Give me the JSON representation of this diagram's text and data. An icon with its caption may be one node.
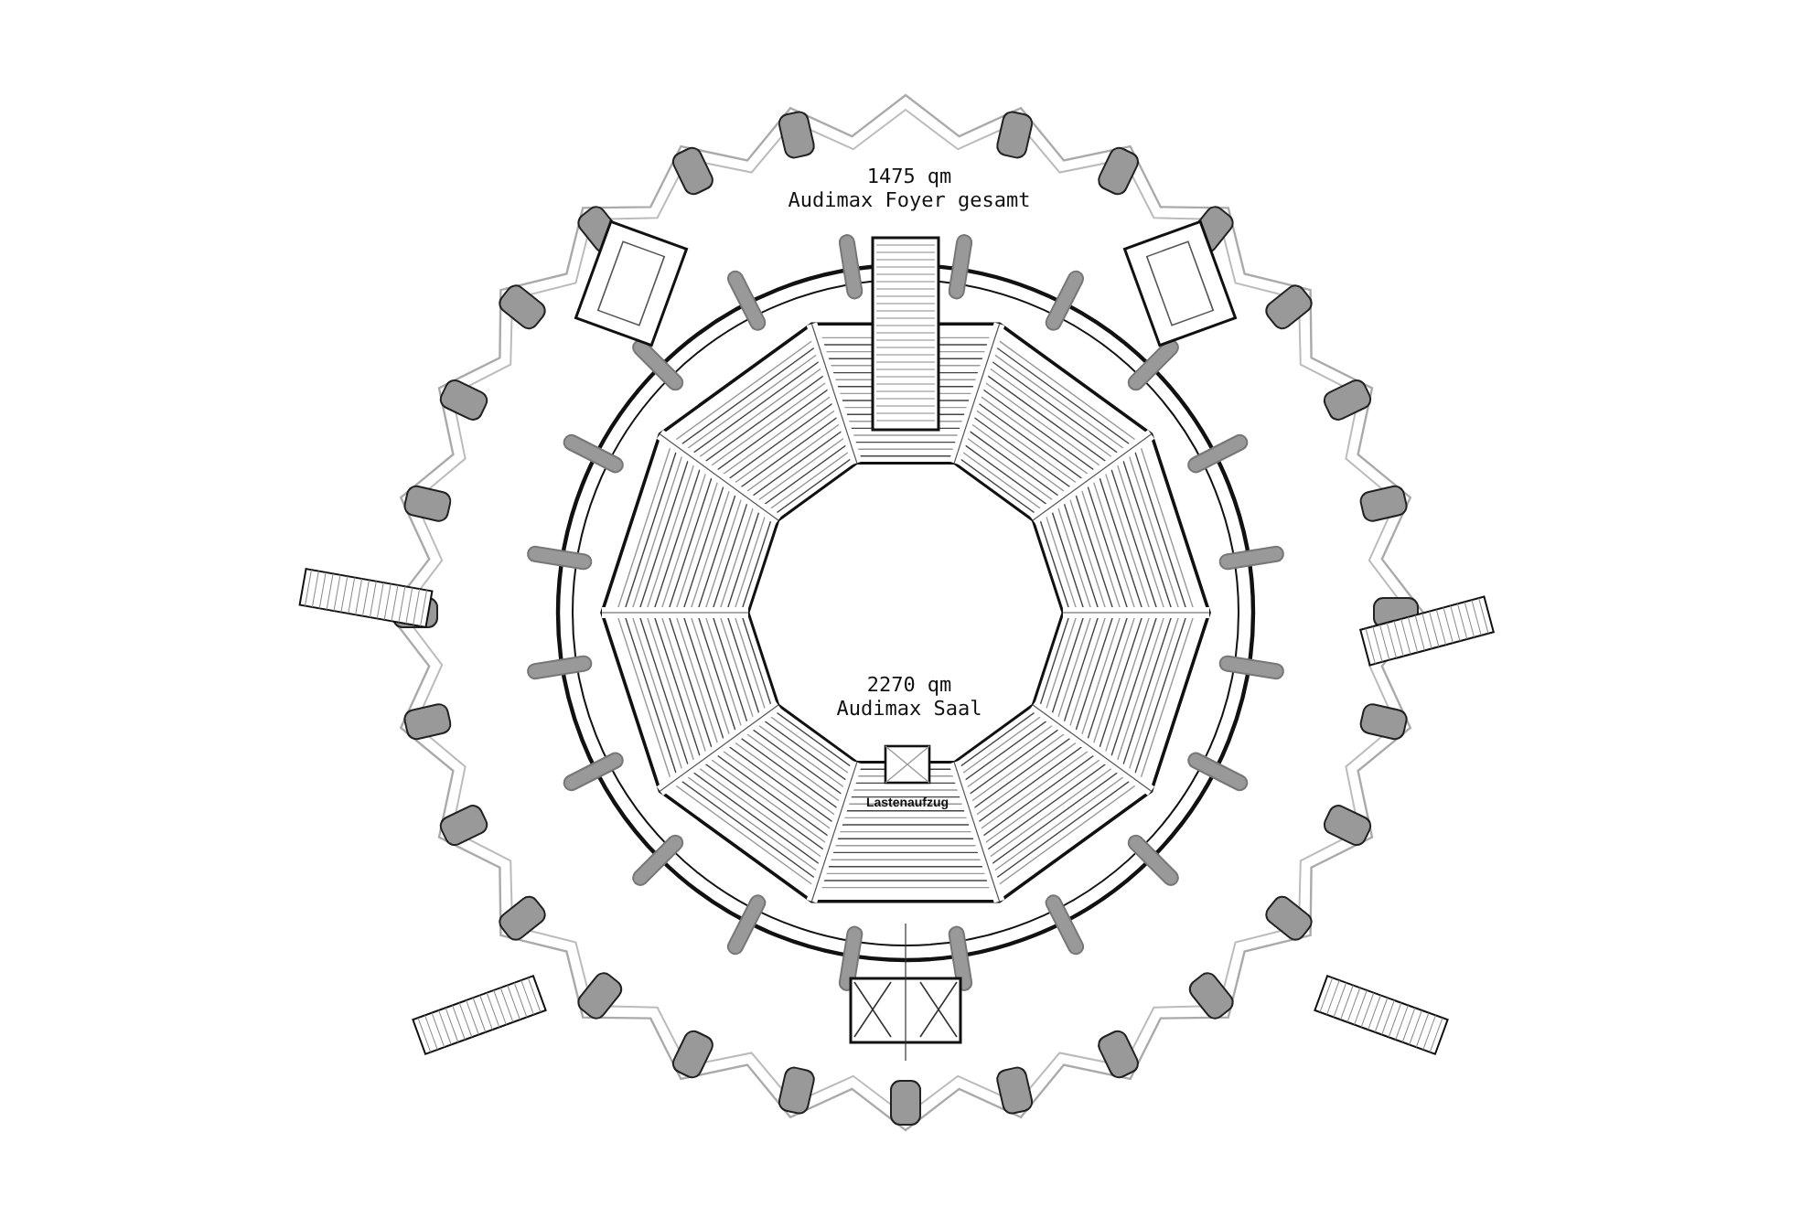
{
  "diagram": {
    "labels": [
      "1475 qm",
      "Audimax Foyer gesamt",
      "2270 qm",
      "Audimax Saal",
      "Lastenaufzug"
    ]
  }
}
